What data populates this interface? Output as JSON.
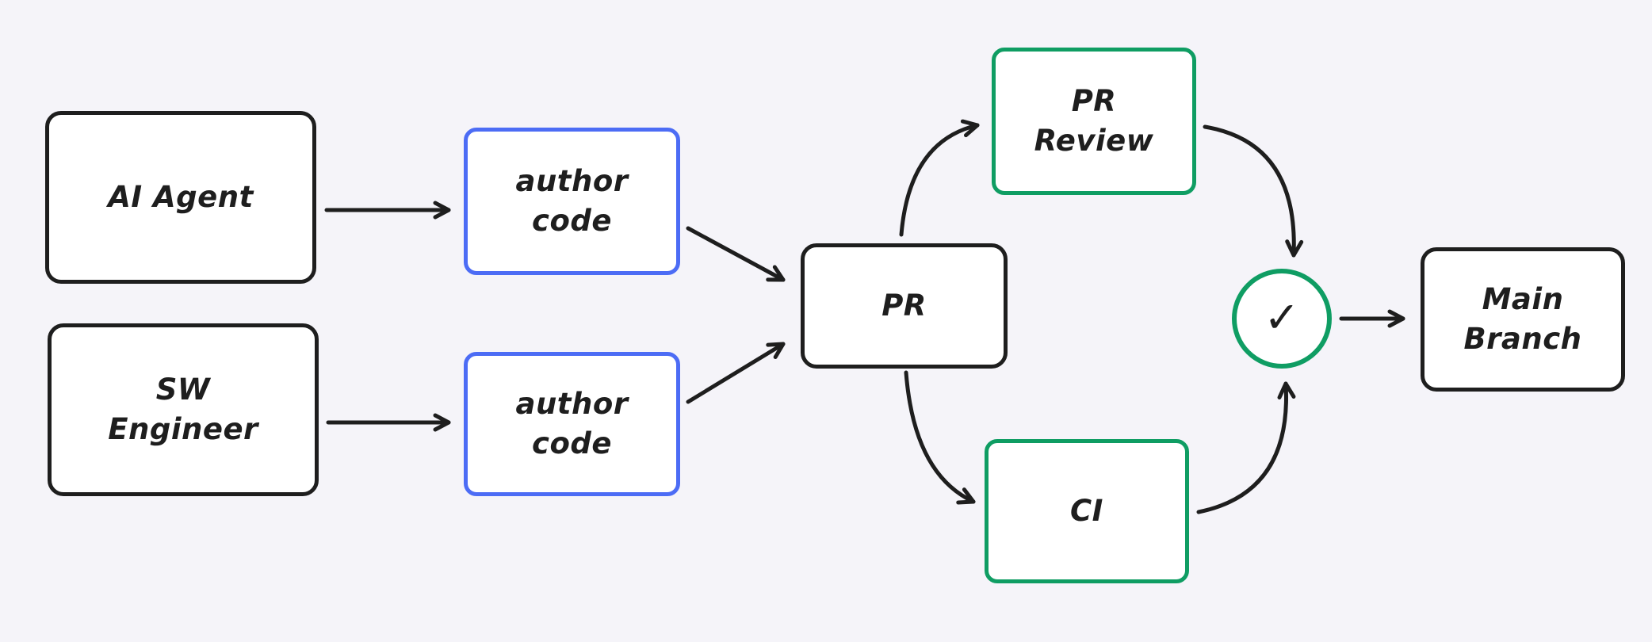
{
  "colors": {
    "background": "#f5f4f9",
    "stroke_dark": "#1e1e1e",
    "stroke_blue": "#4c6cf5",
    "stroke_green": "#0f9d63",
    "node_fill": "#ffffff"
  },
  "nodes": {
    "ai_agent": {
      "label": "AI Agent"
    },
    "sw_engineer": {
      "label": "SW\nEngineer"
    },
    "author_code_top": {
      "label": "author\ncode"
    },
    "author_code_bottom": {
      "label": "author\ncode"
    },
    "pr": {
      "label": "PR"
    },
    "pr_review": {
      "label": "PR\nReview"
    },
    "ci": {
      "label": "CI"
    },
    "approved_check": {
      "icon": "check",
      "glyph": "✓"
    },
    "main_branch": {
      "label": "Main\nBranch"
    }
  },
  "edges": [
    {
      "from": "ai_agent",
      "to": "author_code_top"
    },
    {
      "from": "sw_engineer",
      "to": "author_code_bottom"
    },
    {
      "from": "author_code_top",
      "to": "pr"
    },
    {
      "from": "author_code_bottom",
      "to": "pr"
    },
    {
      "from": "pr",
      "to": "pr_review"
    },
    {
      "from": "pr",
      "to": "ci"
    },
    {
      "from": "pr_review",
      "to": "approved_check"
    },
    {
      "from": "ci",
      "to": "approved_check"
    },
    {
      "from": "approved_check",
      "to": "main_branch"
    }
  ]
}
